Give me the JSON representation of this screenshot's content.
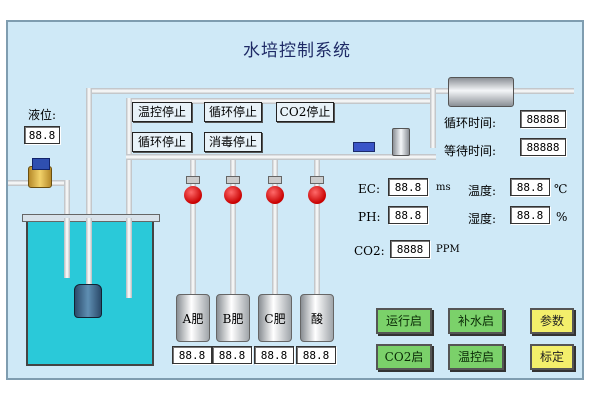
{
  "title": "水培控制系统",
  "level": {
    "label": "液位:",
    "value": "88.8"
  },
  "status_buttons": {
    "temp_stop": "温控停止",
    "circ_stop_1": "循环停止",
    "co2_stop": "CO2停止",
    "circ_stop_2": "循环停止",
    "disinfect_stop": "消毒停止"
  },
  "timers": {
    "cycle_label": "循环时间:",
    "cycle_value": "88888",
    "wait_label": "等待时间:",
    "wait_value": "88888"
  },
  "sensors": {
    "ec_label": "EC:",
    "ec_value": "88.8",
    "ec_unit": "ms",
    "temp_label": "温度:",
    "temp_value": "88.8",
    "temp_unit": "℃",
    "ph_label": "PH:",
    "ph_value": "88.8",
    "hum_label": "湿度:",
    "hum_value": "88.8",
    "hum_unit": "%",
    "co2_label": "CO2:",
    "co2_value": "8888",
    "co2_unit": "PPM"
  },
  "tanks": [
    {
      "label": "A肥",
      "value": "88.8"
    },
    {
      "label": "B肥",
      "value": "88.8"
    },
    {
      "label": "C肥",
      "value": "88.8"
    },
    {
      "label": "酸",
      "value": "88.8"
    }
  ],
  "controls": {
    "run_start": "运行启",
    "water_start": "补水启",
    "params": "参数",
    "co2_start": "CO2启",
    "temp_start": "温控启",
    "calibrate": "标定"
  }
}
